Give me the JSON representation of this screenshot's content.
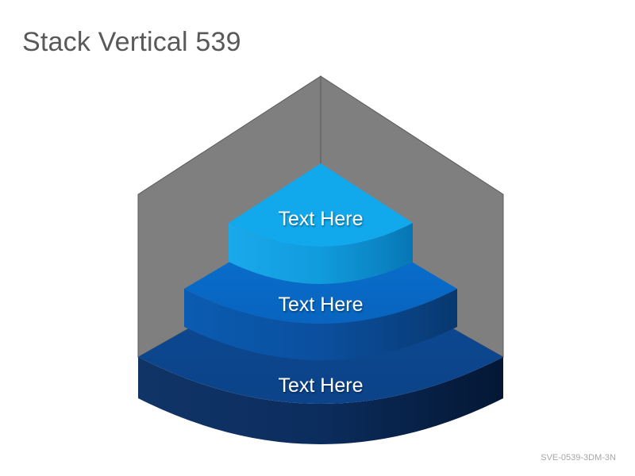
{
  "title": "Stack Vertical 539",
  "footer_code": "SVE-0539-3DM-3N",
  "tiers": [
    {
      "label": "Text Here",
      "color": "#12a8ec"
    },
    {
      "label": "Text Here",
      "color": "#0a6ccb"
    },
    {
      "label": "Text Here",
      "color": "#0c478f"
    }
  ],
  "backdrop_color": "#7f7f7f"
}
